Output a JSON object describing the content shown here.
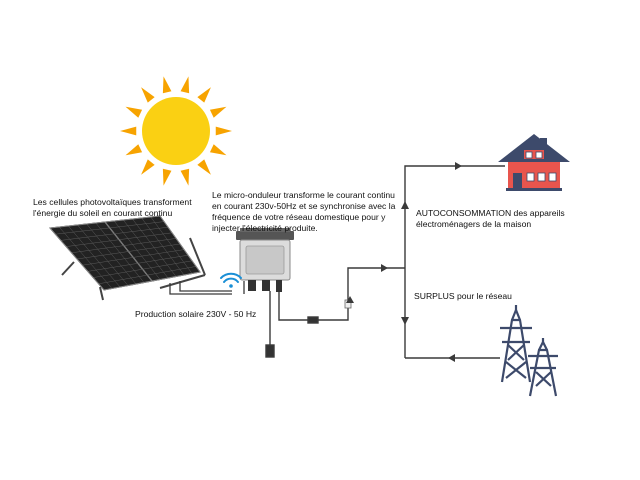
{
  "labels": {
    "panel_text": "Les cellules photovoltaïques transforment l'énergie du soleil en courant continu",
    "inverter_text": "Le micro-onduleur transforme le courant continu en courant 230v-50Hz et se synchronise avec la fréquence de votre réseau domestique pour y injecter l'électricité produite.",
    "production_text": "Production solaire 230V - 50 Hz",
    "autoconsommation_text": "AUTOCONSOMMATION des appareils électroménagers de la maison",
    "surplus_text": "SURPLUS pour le réseau"
  },
  "colors": {
    "sun_core": "#fad013",
    "sun_rays": "#f7a300",
    "panel": "#1f1f1f",
    "house_wall": "#e8554d",
    "house_roof": "#3d4a6b",
    "wire": "#3a3a3a",
    "pylon": "#3d4a6b",
    "wifi": "#1a8fd6"
  },
  "icons": [
    "sun-icon",
    "solar-panel-icon",
    "micro-inverter-icon",
    "wifi-icon",
    "house-icon",
    "power-pylon-icon"
  ]
}
